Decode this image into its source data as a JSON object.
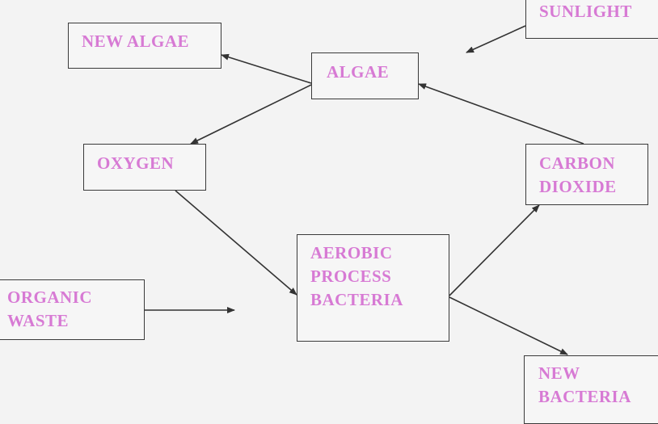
{
  "diagram": {
    "nodes": {
      "new_algae": {
        "lines": [
          "NEW ALGAE"
        ]
      },
      "algae": {
        "lines": [
          "ALGAE"
        ]
      },
      "sunlight": {
        "lines": [
          "SUNLIGHT"
        ]
      },
      "oxygen": {
        "lines": [
          "OXYGEN"
        ]
      },
      "carbon_dioxide": {
        "lines": [
          "CARBON",
          "DIOXIDE"
        ]
      },
      "aerobic_bacteria": {
        "lines": [
          "AEROBIC",
          "PROCESS",
          "BACTERIA"
        ]
      },
      "organic_waste": {
        "lines": [
          "ORGANIC",
          "WASTE"
        ]
      },
      "new_bacteria": {
        "lines": [
          "NEW",
          "BACTERIA"
        ]
      }
    },
    "text_color": "#d77ad4",
    "edges": [
      {
        "from": "algae",
        "to": "new_algae"
      },
      {
        "from": "algae",
        "to": "oxygen"
      },
      {
        "from": "sunlight",
        "to": "algae"
      },
      {
        "from": "carbon_dioxide",
        "to": "algae"
      },
      {
        "from": "oxygen",
        "to": "aerobic_bacteria"
      },
      {
        "from": "aerobic_bacteria",
        "to": "carbon_dioxide"
      },
      {
        "from": "aerobic_bacteria",
        "to": "new_bacteria"
      },
      {
        "from": "organic_waste",
        "to": "aerobic_bacteria"
      }
    ]
  }
}
